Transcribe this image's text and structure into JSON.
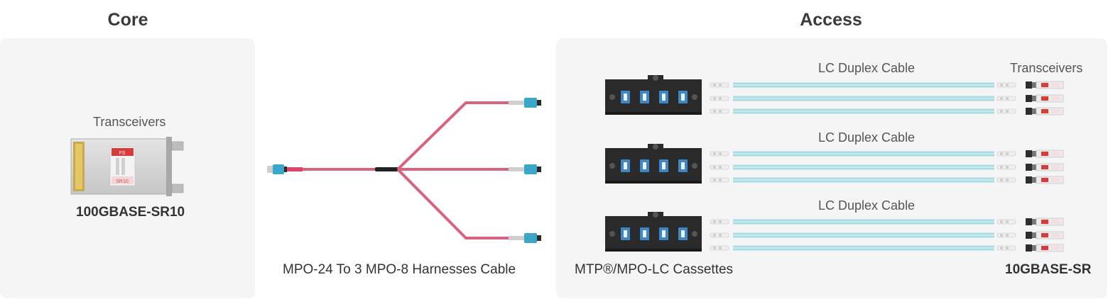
{
  "core": {
    "title": "Core",
    "transceivers_label": "Transceivers",
    "model_label": "100GBASE-SR10",
    "module_tag_top": "FS",
    "module_tag_bottom": "SR10"
  },
  "harness": {
    "label": "MPO-24 To 3 MPO-8 Harnesses Cable"
  },
  "access": {
    "title": "Access",
    "cable_labels": [
      "LC Duplex Cable",
      "LC Duplex Cable",
      "LC Duplex Cable"
    ],
    "transceivers_label": "Transceivers",
    "cassettes_label": "MTP®/MPO-LC Cassettes",
    "model_label": "10GBASE-SR"
  },
  "colors": {
    "panel": "#f5f5f5",
    "harness_cable": "#d9627f",
    "mpo_connector": "#3aa7c9",
    "lc_cable": "#a8dde6",
    "cassette": "#2a2a2a",
    "transceiver_label": "#d93a3a"
  }
}
